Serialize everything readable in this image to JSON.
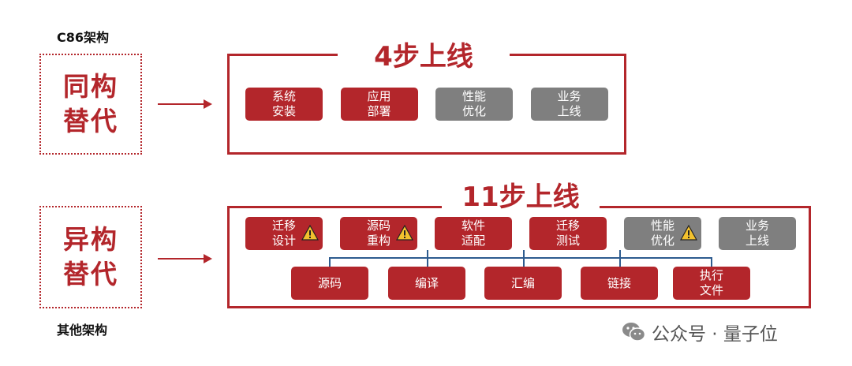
{
  "top": {
    "arch_label": "C86架构",
    "side_line1": "同构",
    "side_line2": "替代",
    "title": "4步上线",
    "steps": [
      {
        "label": "系统\n安装",
        "style": "red"
      },
      {
        "label": "应用\n部署",
        "style": "red"
      },
      {
        "label": "性能\n优化",
        "style": "gray"
      },
      {
        "label": "业务\n上线",
        "style": "gray"
      }
    ]
  },
  "bottom": {
    "arch_label": "其他架构",
    "side_line1": "异构",
    "side_line2": "替代",
    "title": "11步上线",
    "steps": [
      {
        "label": "迁移\n设计",
        "style": "red",
        "warning": true
      },
      {
        "label": "源码\n重构",
        "style": "red",
        "warning": true
      },
      {
        "label": "软件\n适配",
        "style": "red",
        "warning": false
      },
      {
        "label": "迁移\n测试",
        "style": "red",
        "warning": false
      },
      {
        "label": "性能\n优化",
        "style": "gray",
        "warning": true
      },
      {
        "label": "业务\n上线",
        "style": "gray",
        "warning": false
      }
    ],
    "substeps": [
      {
        "label": "源码"
      },
      {
        "label": "编译"
      },
      {
        "label": "汇编"
      },
      {
        "label": "链接"
      },
      {
        "label": "执行\n文件"
      }
    ]
  },
  "footer": {
    "text": "公众号 · 量子位",
    "icon": "wechat-icon"
  },
  "colors": {
    "accent": "#b3262b",
    "muted": "#7f7f7f",
    "connector": "#2e5c8f",
    "warning": "#f2c12e"
  }
}
